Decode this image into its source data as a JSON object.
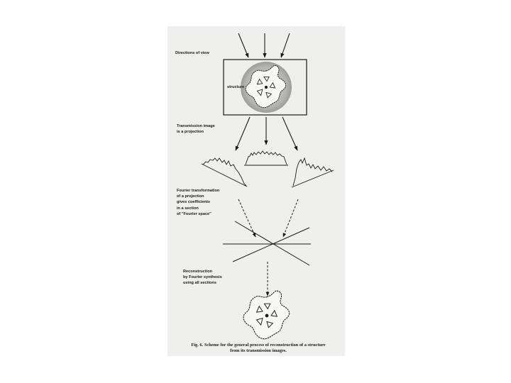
{
  "figure": {
    "labels": {
      "directions": "Directions of view",
      "structure": "structure",
      "transmission": [
        "Transmission image",
        "is a projection"
      ],
      "fourier": [
        "Fourier transformation",
        "of a projection",
        "gives coefficients",
        "in a section",
        "of \"Fourier space\""
      ],
      "reconstruction": [
        "Reconstruction",
        "by Fourier synthesis",
        "using all sections"
      ]
    },
    "caption": [
      "Fig. 6. Scheme for the general process of reconstruction of a structure",
      "from its transmission images."
    ],
    "colors": {
      "paper": "#efefed",
      "ink": "#1a1a1a",
      "shading": "#a9a9a6"
    }
  }
}
